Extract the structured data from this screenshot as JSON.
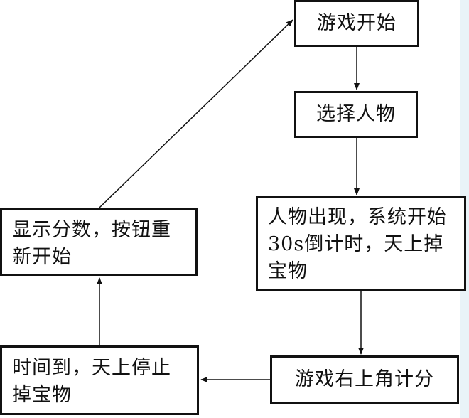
{
  "flowchart": {
    "nodes": {
      "game_start": "游戏开始",
      "select_character": "选择人物",
      "character_appears": "人物出现，系统开始30s倒计时，天上掉宝物",
      "score_top_right": "游戏右上角计分",
      "time_up": "时间到，天上停止掉宝物",
      "show_score_restart": "显示分数，按钮重新开始"
    }
  },
  "colors": {
    "line": "#111111",
    "background": "#e9f3f8",
    "box_fill": "#ffffff"
  }
}
